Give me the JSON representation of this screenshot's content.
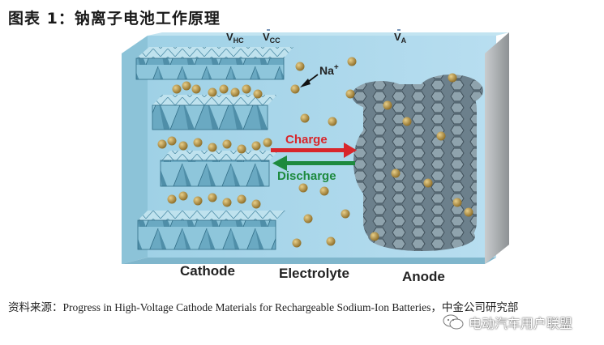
{
  "figure": {
    "title": "图表 1：钠离子电池工作原理"
  },
  "diagram": {
    "potential_labels": {
      "vhc_main": "V",
      "vhc_sub": "HC",
      "vcc_main": "V",
      "vcc_sub": "CC",
      "va_main": "V",
      "va_sub": "A"
    },
    "ion_label_main": "Na",
    "ion_label_sup": "+",
    "charge_label": "Charge",
    "discharge_label": "Discharge",
    "region_labels": {
      "cathode": "Cathode",
      "electrolyte": "Electrolyte",
      "anode": "Anode"
    },
    "colors": {
      "electrolyte": "#a9d7ea",
      "charge_arrow": "#d8262b",
      "discharge_arrow": "#1d8a3e",
      "sodium_ion": "#b08a3a",
      "cathode_crystal": "#7fb9cf",
      "anode_sheet": "#5b6f7c"
    }
  },
  "source": {
    "text": "资料来源：Progress in High‐Voltage Cathode Materials for Rechargeable Sodium‐Ion Batteries，中金公司研究部"
  },
  "watermark": {
    "text": "电动汽车用户联盟"
  }
}
